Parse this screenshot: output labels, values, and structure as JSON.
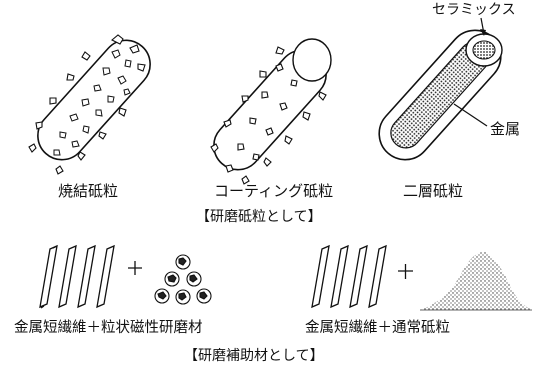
{
  "top": {
    "ceramic_label": "セラミックス",
    "metal_label": "金属",
    "particles": [
      {
        "name": "焼結砥粒"
      },
      {
        "name": "コーティング砥粒"
      },
      {
        "name": "二層砥粒"
      }
    ],
    "caption": "【研磨砥粒として】"
  },
  "bottom": {
    "items": [
      {
        "label": "金属短繊維＋粒状磁性研磨材"
      },
      {
        "label": "金属短繊維＋通常砥粒"
      }
    ],
    "caption": "【研磨補助材として】"
  }
}
